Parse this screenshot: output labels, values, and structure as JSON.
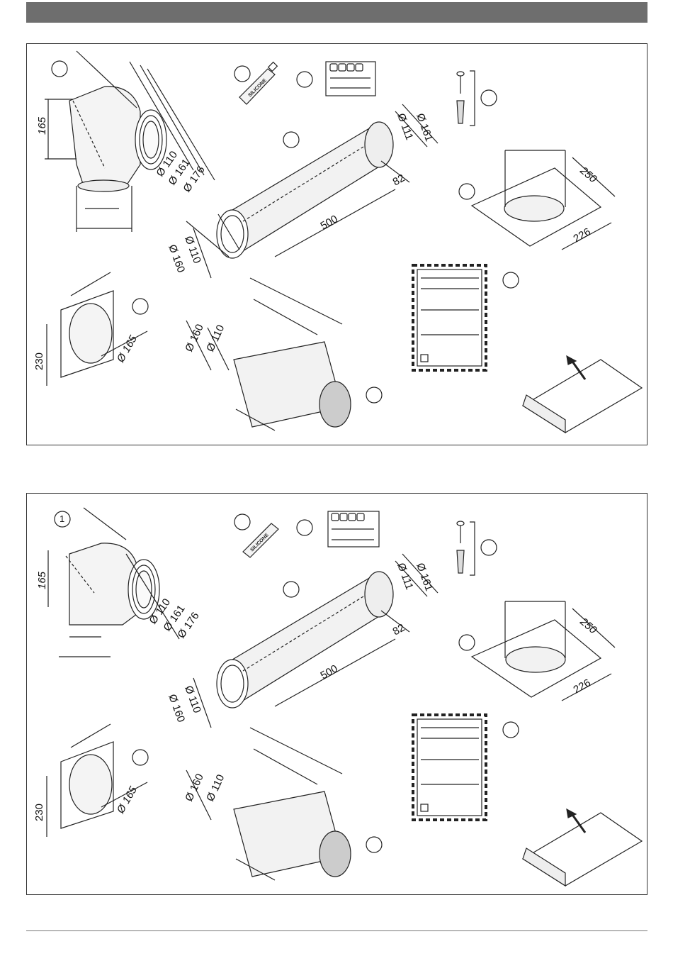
{
  "panels": [
    {
      "callout_number": "",
      "silicone_label": "SILICONE",
      "elbow": {
        "height": "165",
        "d_inner": "Ø 110",
        "d_mid": "Ø 161",
        "d_outer": "Ø 176"
      },
      "pipe": {
        "d_outer_end": "Ø 161",
        "d_inner_end": "Ø 111",
        "collar": "82",
        "length": "500",
        "d_outer_start": "Ø 160",
        "d_inner_start": "Ø 110"
      },
      "wall_plate": {
        "width": "250",
        "depth": "226"
      },
      "rosette": {
        "height": "230",
        "diameter": "Ø 165"
      },
      "terminal": {
        "d_outer": "Ø 160",
        "d_inner": "Ø 110"
      }
    },
    {
      "callout_number": "1",
      "silicone_label": "SILICONE",
      "elbow": {
        "height": "165",
        "d_inner": "Ø 110",
        "d_mid": "Ø 161",
        "d_outer": "Ø 176"
      },
      "pipe": {
        "d_outer_end": "Ø 161",
        "d_inner_end": "Ø 111",
        "collar": "82",
        "length": "500",
        "d_outer_start": "Ø 160",
        "d_inner_start": "Ø 110"
      },
      "wall_plate": {
        "width": "250",
        "depth": "226"
      },
      "rosette": {
        "height": "230",
        "diameter": "Ø 165"
      },
      "terminal": {
        "d_outer": "Ø 160",
        "d_inner": "Ø 110"
      }
    }
  ],
  "colors": {
    "header_bar": "#6e6e6e",
    "line": "#222222",
    "pipe_fill": "#f2f2f2"
  }
}
